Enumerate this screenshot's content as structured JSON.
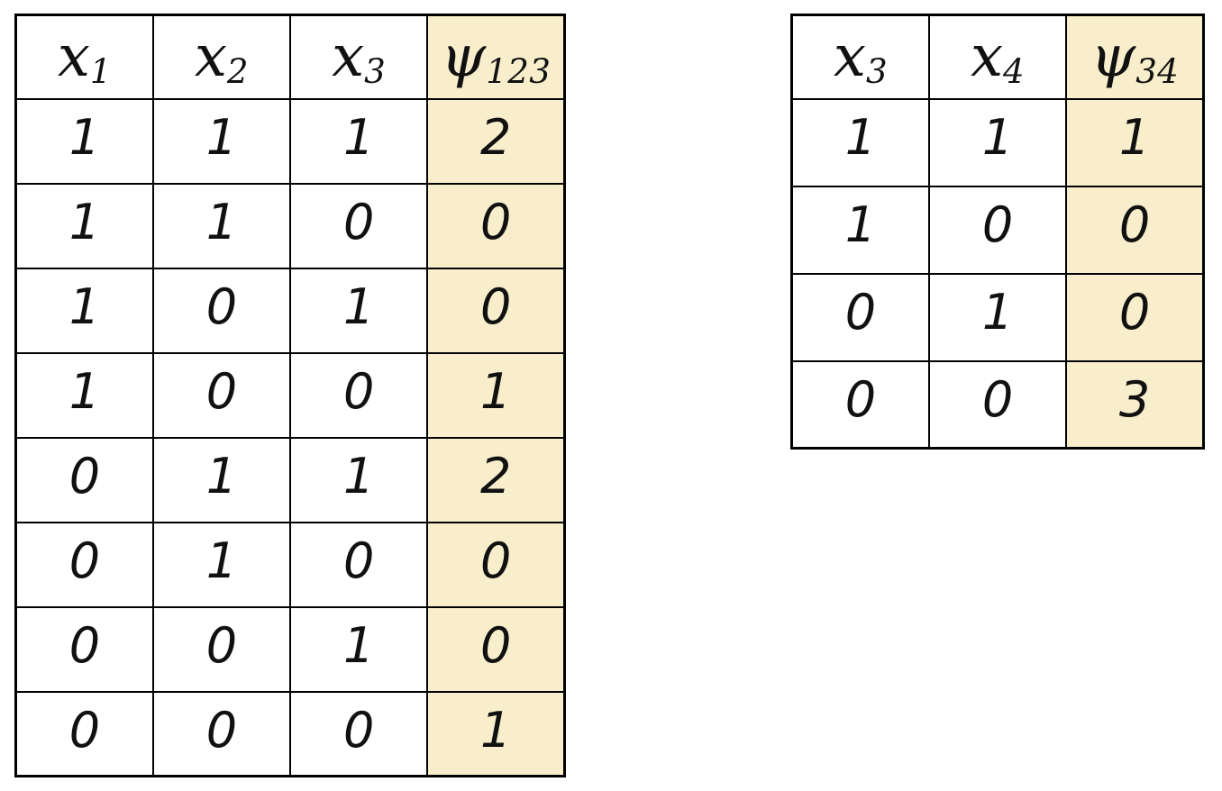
{
  "colors": {
    "highlight": "#f8eecb",
    "border": "#000000",
    "background": "#ffffff",
    "text": "#111111"
  },
  "tables": [
    {
      "id": "table-psi123",
      "name": "factor-table-psi123",
      "headers": [
        {
          "base": "x",
          "sub": "1",
          "highlight": false
        },
        {
          "base": "x",
          "sub": "2",
          "highlight": false
        },
        {
          "base": "x",
          "sub": "3",
          "highlight": false
        },
        {
          "base": "ψ",
          "sub": "123",
          "highlight": true
        }
      ],
      "rows": [
        [
          "1",
          "1",
          "1",
          "2"
        ],
        [
          "1",
          "1",
          "0",
          "0"
        ],
        [
          "1",
          "0",
          "1",
          "0"
        ],
        [
          "1",
          "0",
          "0",
          "1"
        ],
        [
          "0",
          "1",
          "1",
          "2"
        ],
        [
          "0",
          "1",
          "0",
          "0"
        ],
        [
          "0",
          "0",
          "1",
          "0"
        ],
        [
          "0",
          "0",
          "0",
          "1"
        ]
      ]
    },
    {
      "id": "table-psi34",
      "name": "factor-table-psi34",
      "headers": [
        {
          "base": "x",
          "sub": "3",
          "highlight": false
        },
        {
          "base": "x",
          "sub": "4",
          "highlight": false
        },
        {
          "base": "ψ",
          "sub": "34",
          "highlight": true
        }
      ],
      "rows": [
        [
          "1",
          "1",
          "1"
        ],
        [
          "1",
          "0",
          "0"
        ],
        [
          "0",
          "1",
          "0"
        ],
        [
          "0",
          "0",
          "3"
        ]
      ]
    }
  ]
}
